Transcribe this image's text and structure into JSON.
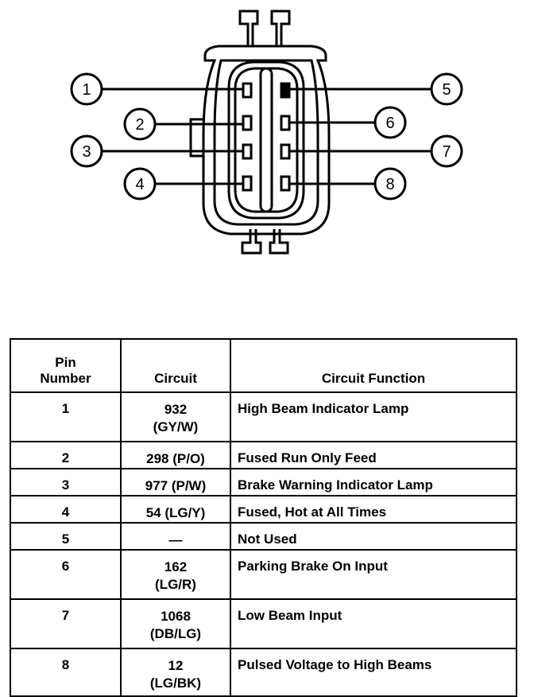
{
  "callouts": [
    {
      "number": "1"
    },
    {
      "number": "2"
    },
    {
      "number": "3"
    },
    {
      "number": "4"
    },
    {
      "number": "5"
    },
    {
      "number": "6"
    },
    {
      "number": "7"
    },
    {
      "number": "8"
    }
  ],
  "table": {
    "headers": {
      "pin_number": "Pin\nNumber",
      "circuit": "Circuit",
      "circuit_function": "Circuit Function"
    },
    "rows": [
      {
        "pin": "1",
        "circuit": "932\n(GY/W)",
        "function": "High Beam Indicator Lamp"
      },
      {
        "pin": "2",
        "circuit": "298 (P/O)",
        "function": "Fused Run Only Feed"
      },
      {
        "pin": "3",
        "circuit": "977 (P/W)",
        "function": "Brake Warning Indicator Lamp"
      },
      {
        "pin": "4",
        "circuit": "54 (LG/Y)",
        "function": "Fused, Hot at All Times"
      },
      {
        "pin": "5",
        "circuit": "—",
        "function": "Not Used"
      },
      {
        "pin": "6",
        "circuit": "162\n(LG/R)",
        "function": "Parking Brake On Input"
      },
      {
        "pin": "7",
        "circuit": "1068\n(DB/LG)",
        "function": "Low Beam Input"
      },
      {
        "pin": "8",
        "circuit": "12\n(LG/BK)",
        "function": "Pulsed Voltage to High Beams"
      }
    ]
  }
}
